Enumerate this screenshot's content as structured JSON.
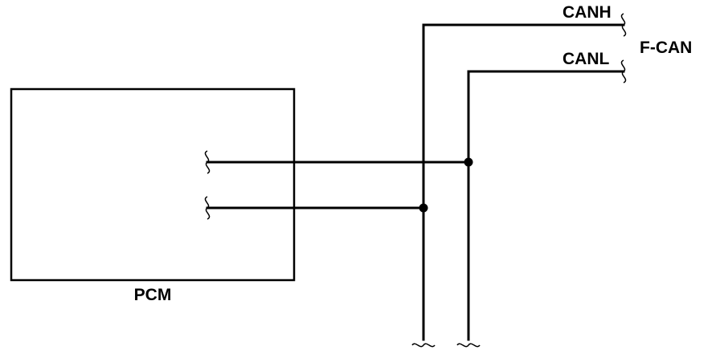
{
  "labels": {
    "pcm": "PCM",
    "canh": "CANH",
    "canl": "CANL",
    "bus": "F-CAN"
  }
}
